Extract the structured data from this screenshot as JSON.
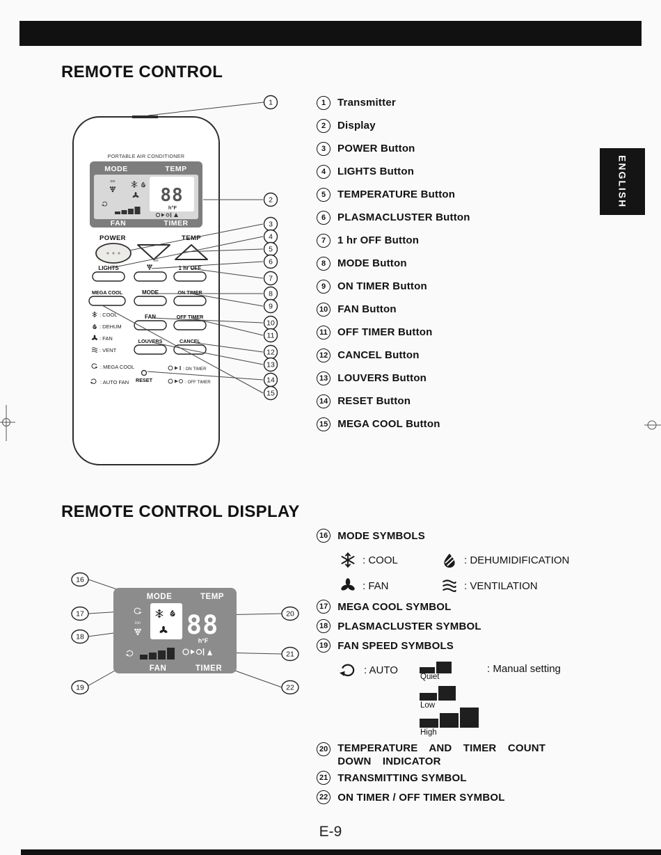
{
  "page": {
    "section1_title": "REMOTE CONTROL",
    "section2_title": "REMOTE CONTROL DISPLAY",
    "language_tab": "ENGLISH",
    "page_number": "E-9"
  },
  "colors": {
    "header_bar": "#111111",
    "remote_display_panel": "#7d7d7d",
    "display_diagram_panel": "#8c8c8c",
    "text": "#111111"
  },
  "remote_items": [
    {
      "num": "1",
      "label": "Transmitter"
    },
    {
      "num": "2",
      "label": "Display"
    },
    {
      "num": "3",
      "label": "POWER Button"
    },
    {
      "num": "4",
      "label": "LIGHTS Button"
    },
    {
      "num": "5",
      "label": "TEMPERATURE Button"
    },
    {
      "num": "6",
      "label": "PLASMACLUSTER Button"
    },
    {
      "num": "7",
      "label": "1 hr OFF Button"
    },
    {
      "num": "8",
      "label": "MODE Button"
    },
    {
      "num": "9",
      "label": "ON TIMER Button"
    },
    {
      "num": "10",
      "label": "FAN Button"
    },
    {
      "num": "11",
      "label": "OFF TIMER Button"
    },
    {
      "num": "12",
      "label": "CANCEL Button"
    },
    {
      "num": "13",
      "label": "LOUVERS Button"
    },
    {
      "num": "14",
      "label": "RESET Button"
    },
    {
      "num": "15",
      "label": "MEGA COOL Button"
    }
  ],
  "display_items": {
    "mode_symbols": {
      "num": "16",
      "label": "MODE SYMBOLS",
      "cool": ": COOL",
      "dehumidification": ": DEHUMIDIFICATION",
      "fan": ": FAN",
      "ventilation": ": VENTILATION"
    },
    "mega_cool": {
      "num": "17",
      "label": "MEGA COOL SYMBOL"
    },
    "plasmacluster": {
      "num": "18",
      "label": "PLASMACLUSTER SYMBOL"
    },
    "fan_speed": {
      "num": "19",
      "label": "FAN SPEED SYMBOLS",
      "auto": ": AUTO",
      "manual": ": Manual setting",
      "quiet": "Quiet",
      "low": "Low",
      "high": "High"
    },
    "temp_timer": {
      "num": "20",
      "label": "TEMPERATURE AND TIMER COUNT DOWN INDICATOR"
    },
    "transmitting": {
      "num": "21",
      "label": "TRANSMITTING SYMBOL"
    },
    "on_off_timer": {
      "num": "22",
      "label": "ON TIMER / OFF TIMER SYMBOL"
    }
  },
  "remote_graphic": {
    "brand": "PORTABLE AIR CONDITIONER",
    "display": {
      "mode": "MODE",
      "temp": "TEMP",
      "fan": "FAN",
      "timer": "TIMER",
      "digits": "88",
      "unit": "h°F",
      "ion": "ion"
    },
    "buttons": {
      "power": "POWER",
      "temp": "TEMP",
      "lights": "LIGHTS",
      "ion": "ion",
      "one_hr_off": "1 hr OFF",
      "mega_cool": "MEGA COOL",
      "mode": "MODE",
      "on_timer": "ON TIMER",
      "fan": "FAN",
      "off_timer": "OFF TIMER",
      "louvers": "LOUVERS",
      "cancel": "CANCEL",
      "reset": "RESET"
    },
    "legend": {
      "cool": ": COOL",
      "dehum": ": DEHUM",
      "fan": ": FAN",
      "vent": ": VENT",
      "mega_cool": ": MEGA COOL",
      "auto_fan": ": AUTO FAN",
      "on_timer": ": ON TIMER",
      "off_timer": ": OFF TIMER"
    }
  },
  "display_graphic": {
    "mode": "MODE",
    "temp": "TEMP",
    "fan": "FAN",
    "timer": "TIMER",
    "digits": "88",
    "unit": "h°F",
    "ion": "ion"
  },
  "icons": {
    "cool": "snowflake",
    "dehumidification": "hatched-drop",
    "fan": "propeller",
    "ventilation": "air-waves",
    "mega_cool": "swoosh-arrow",
    "auto_fan": "circular-arrow",
    "plasmacluster": "ion-cluster-dots",
    "on_timer": "clock-play-bar",
    "off_timer": "clock-play-circle",
    "fan_speed": "stepped-bars"
  }
}
